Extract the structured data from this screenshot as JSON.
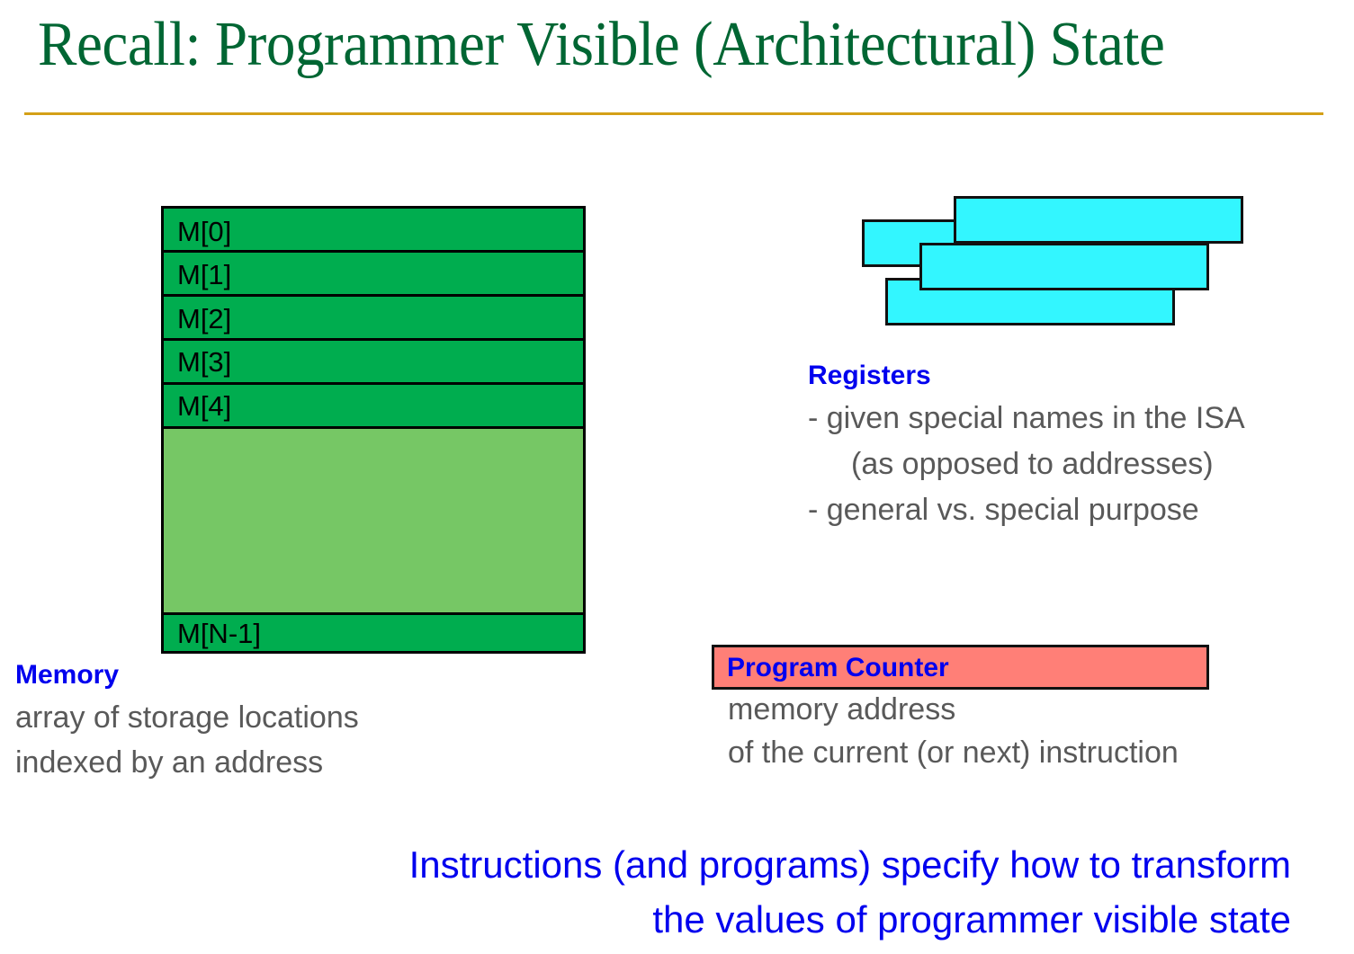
{
  "slide": {
    "title": "Recall: Programmer Visible (Architectural) State"
  },
  "memory": {
    "cells": [
      "M[0]",
      "M[1]",
      "M[2]",
      "M[3]",
      "M[4]"
    ],
    "last_cell": "M[N-1]",
    "heading": "Memory",
    "description": [
      "array of storage locations",
      "indexed by an address"
    ]
  },
  "registers": {
    "heading": "Registers",
    "bullets": [
      "-  given special names in the ISA",
      "(as opposed to addresses)",
      "-  general vs. special purpose"
    ],
    "count": 4
  },
  "program_counter": {
    "heading": "Program Counter",
    "description": [
      "memory address",
      "of the current (or next) instruction"
    ]
  },
  "footer": {
    "lines": [
      "Instructions (and programs) specify how to transform",
      "the values of programmer visible state"
    ]
  },
  "colors": {
    "title": "#006633",
    "rule": "#d4a017",
    "memory_cell": "#00ad4f",
    "memory_gap": "#76c765",
    "register": "#33f6ff",
    "program_counter": "#ff7f77",
    "heading_blue": "#0000ee",
    "body_gray": "#595959"
  }
}
